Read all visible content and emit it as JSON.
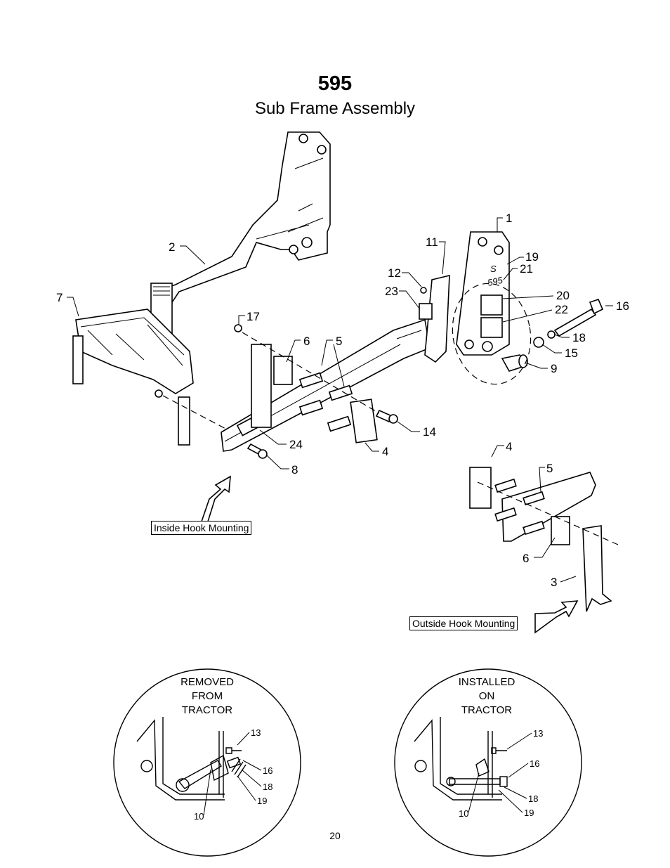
{
  "header": {
    "model": "595",
    "subtitle": "Sub Frame Assembly"
  },
  "callouts": [
    "1",
    "2",
    "3",
    "4",
    "4",
    "5",
    "5",
    "6",
    "6",
    "7",
    "8",
    "9",
    "11",
    "12",
    "14",
    "15",
    "16",
    "17",
    "18",
    "19",
    "20",
    "21",
    "22",
    "23",
    "24"
  ],
  "callout_text": {
    "c1": "1",
    "c2": "2",
    "c3": "3",
    "c4a": "4",
    "c4b": "4",
    "c5a": "5",
    "c5b": "5",
    "c6a": "6",
    "c6b": "6",
    "c7": "7",
    "c8": "8",
    "c9": "9",
    "c11": "11",
    "c12": "12",
    "c14": "14",
    "c15": "15",
    "c16": "16",
    "c17": "17",
    "c18": "18",
    "c19": "19",
    "c20": "20",
    "c21": "21",
    "c22": "22",
    "c23": "23",
    "c24": "24"
  },
  "decal": {
    "s": "S",
    "model": "595"
  },
  "mounting": {
    "inside": "Inside Hook Mounting",
    "outside": "Outside Hook Mounting"
  },
  "detail_left": {
    "caption": [
      "REMOVED",
      "FROM",
      "TRACTOR"
    ],
    "labels": {
      "a": "13",
      "b": "16",
      "c": "18",
      "d": "19",
      "e": "10"
    }
  },
  "detail_right": {
    "caption": [
      "INSTALLED",
      "ON",
      "TRACTOR"
    ],
    "labels": {
      "a": "13",
      "b": "16",
      "c": "18",
      "d": "19",
      "e": "10"
    }
  },
  "footer": {
    "page": "20"
  }
}
